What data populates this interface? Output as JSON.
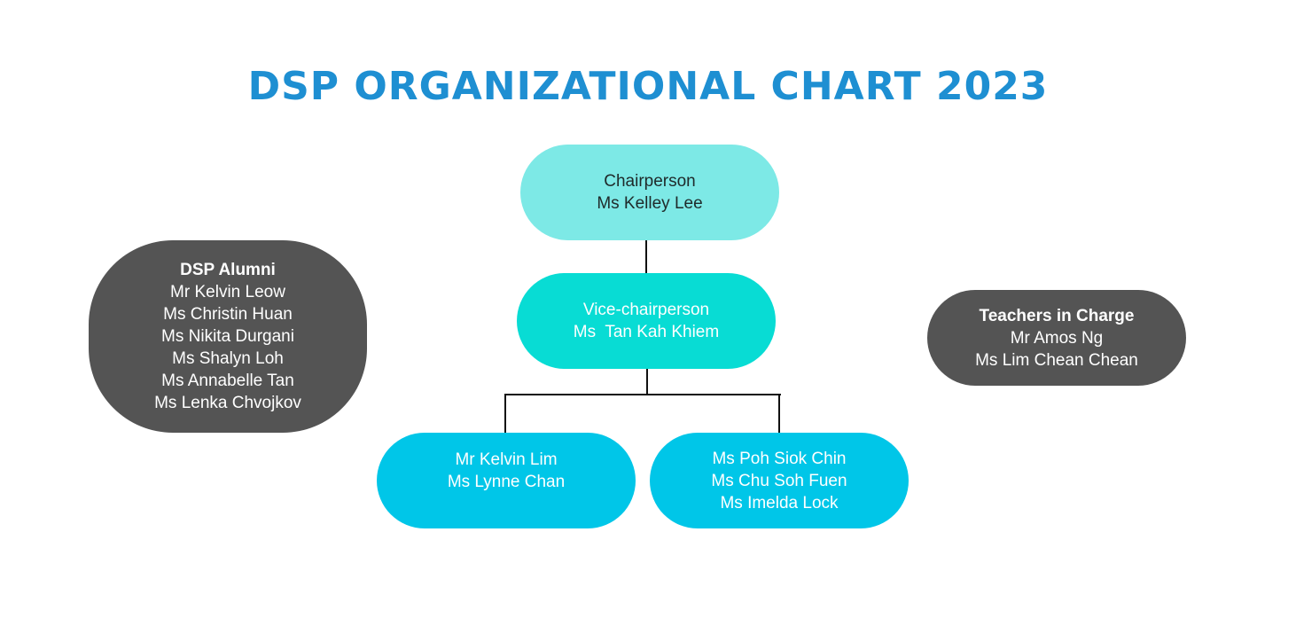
{
  "title": "DSP ORGANIZATIONAL CHART 2023",
  "chairperson": {
    "role": "Chairperson",
    "name": "Ms Kelley Lee"
  },
  "vice_chairperson": {
    "role": "Vice-chairperson",
    "name": "Ms  Tan Kah Khiem"
  },
  "left_group": {
    "members": [
      "Mr Kelvin Lim",
      "Ms Lynne Chan"
    ]
  },
  "right_group": {
    "members": [
      "Ms Poh Siok Chin",
      "Ms Chu Soh Fuen",
      "Ms Imelda Lock"
    ]
  },
  "alumni": {
    "heading": "DSP Alumni",
    "members": [
      "Mr Kelvin Leow",
      "Ms Christin Huan",
      "Ms Nikita Durgani",
      "Ms Shalyn Loh",
      "Ms Annabelle Tan",
      "Ms Lenka Chvojkov"
    ]
  },
  "teachers": {
    "heading": "Teachers in Charge",
    "members": [
      "Mr Amos Ng",
      "Ms Lim Chean Chean"
    ]
  },
  "colors": {
    "title": "#1e8fd2",
    "chair": "#7de9e6",
    "vice": "#08dcd4",
    "members": "#00c6e8",
    "side": "#545454",
    "connector": "#111111"
  }
}
